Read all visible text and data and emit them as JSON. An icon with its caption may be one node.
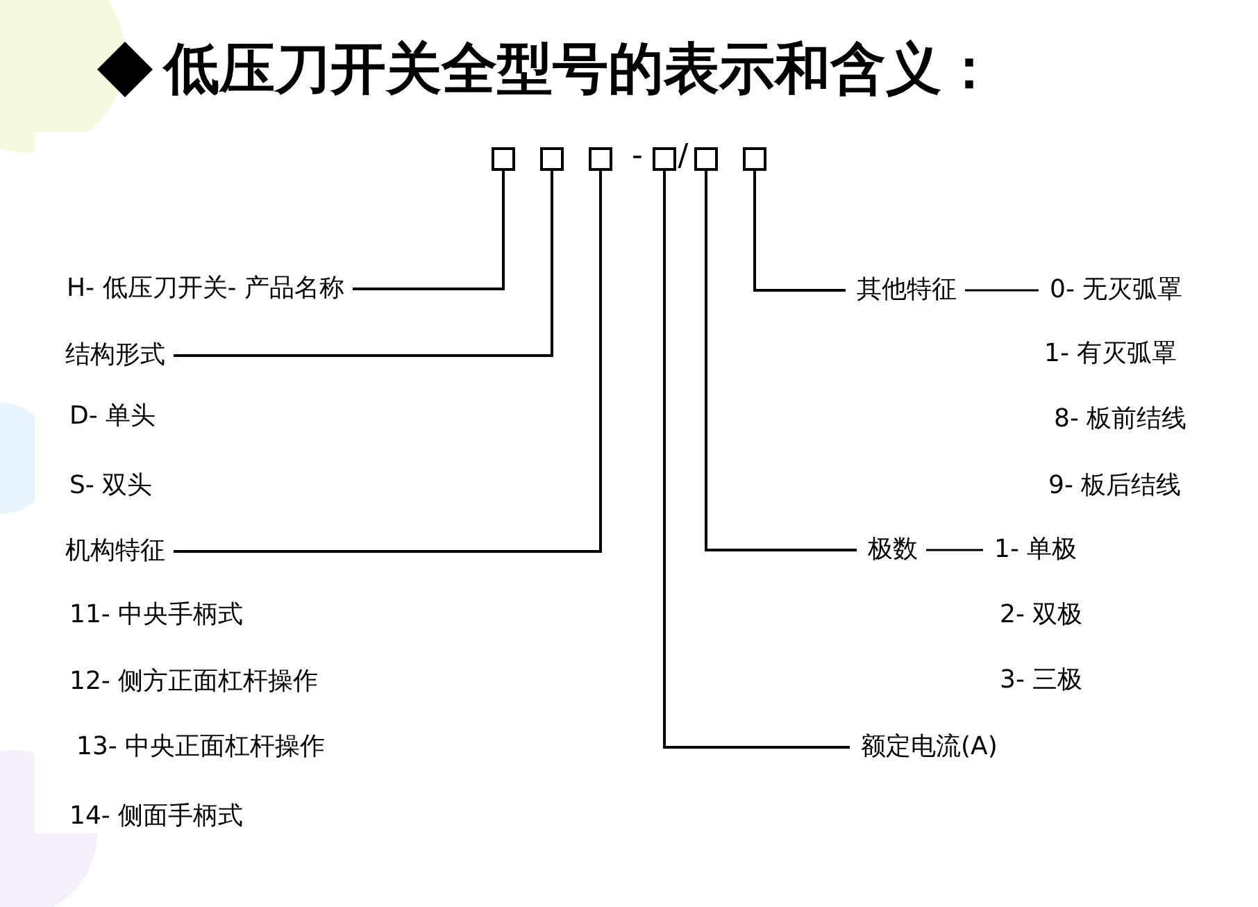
{
  "diagram": {
    "title": "低压刀开关全型号的表示和含义：",
    "nodes": [
      {
        "text": [],
        "shape": "box"
      },
      {
        "text": [],
        "shape": "box"
      },
      {
        "text": [],
        "shape": "box"
      },
      {
        "text": [],
        "shape": "box"
      },
      {
        "text": [],
        "shape": "box"
      },
      {
        "text": [],
        "shape": "box"
      },
      {
        "text": [
          "H- 低压刀开关- 产品名称"
        ]
      },
      {
        "text": [
          "结构形式"
        ]
      },
      {
        "text": [
          "机构特征"
        ]
      },
      {
        "text": [
          "额定电流(A)"
        ]
      },
      {
        "text": [
          "极数"
        ]
      },
      {
        "text": [
          "其他特征"
        ]
      }
    ],
    "edges": [
      {
        "from": 0,
        "to": 6,
        "arrow": "none"
      },
      {
        "from": 1,
        "to": 7,
        "arrow": "none"
      },
      {
        "from": 2,
        "to": 8,
        "arrow": "none"
      },
      {
        "from": 3,
        "to": 9,
        "arrow": "none"
      },
      {
        "from": 4,
        "to": 10,
        "arrow": "none"
      },
      {
        "from": 5,
        "to": 11,
        "arrow": "none"
      }
    ],
    "labels": [
      "-",
      "/",
      "0- 无灭弧罩",
      "1- 有灭弧罩",
      "D- 单头",
      "8- 板前结线",
      "S- 双头",
      "9- 板后结线",
      "1- 单极",
      "11- 中央手柄式",
      "2- 双极",
      "12- 侧方正面杠杆操作",
      "3- 三极",
      "13- 中央正面杠杆操作",
      "14- 侧面手柄式"
    ]
  }
}
